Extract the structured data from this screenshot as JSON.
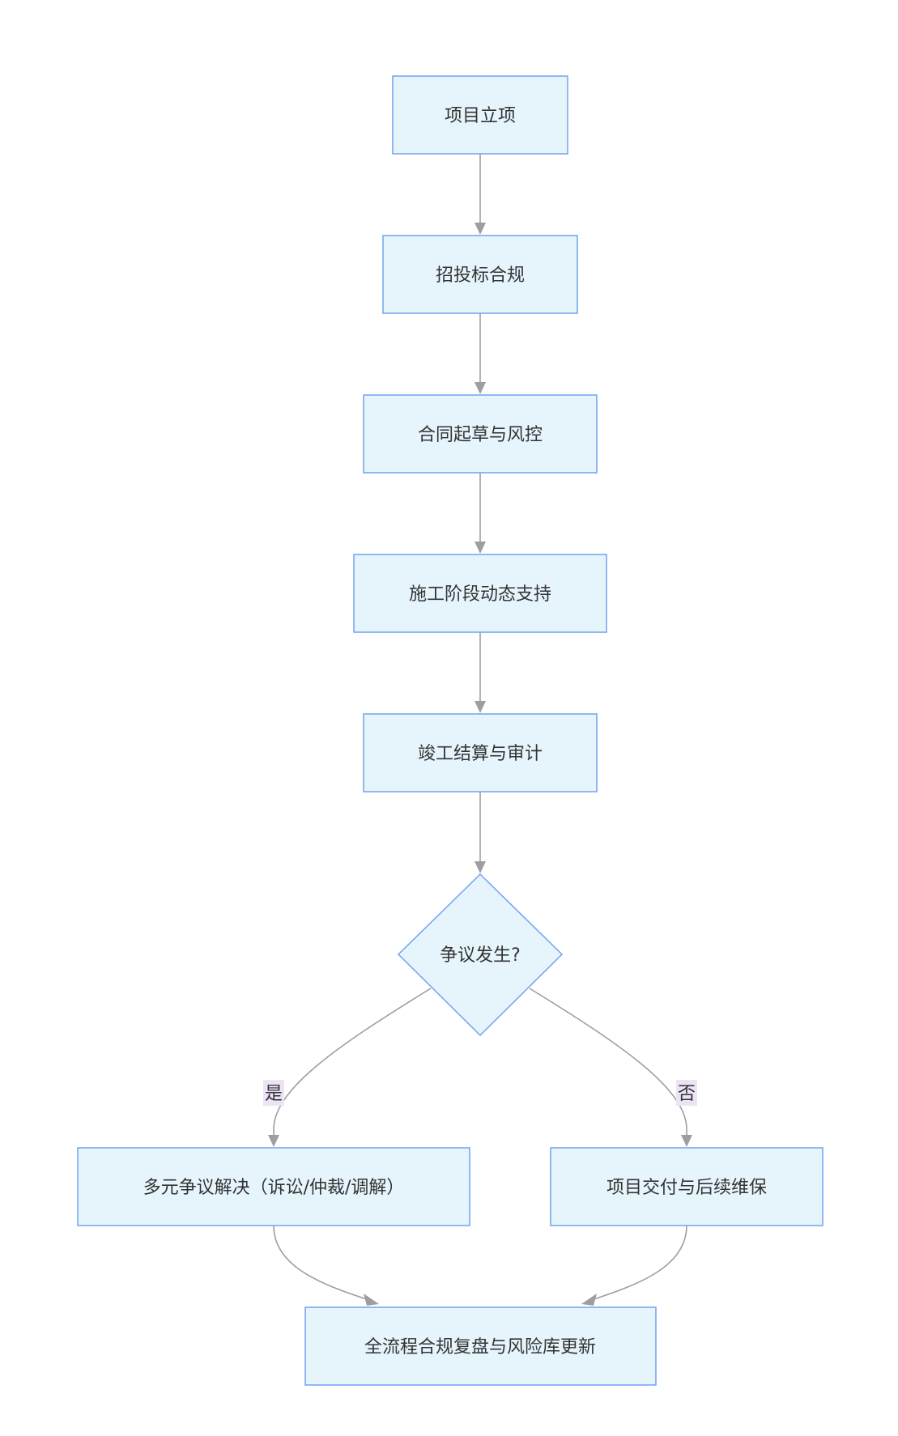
{
  "nodes": {
    "start": "项目立项",
    "bidding": "招投标合规",
    "contract": "合同起草与风控",
    "construction": "施工阶段动态支持",
    "settlement": "竣工结算与审计",
    "decision": "争议发生?",
    "dispute": "多元争议解决（诉讼/仲裁/调解）",
    "delivery": "项目交付与后续维保",
    "review": "全流程合规复盘与风险库更新"
  },
  "edges": {
    "yes_label": "是",
    "no_label": "否"
  },
  "colors": {
    "node_fill": "#e6f5fc",
    "node_stroke": "#6fa3f0",
    "edge": "#9e9e9e",
    "label_bg": "#ece3f7"
  }
}
